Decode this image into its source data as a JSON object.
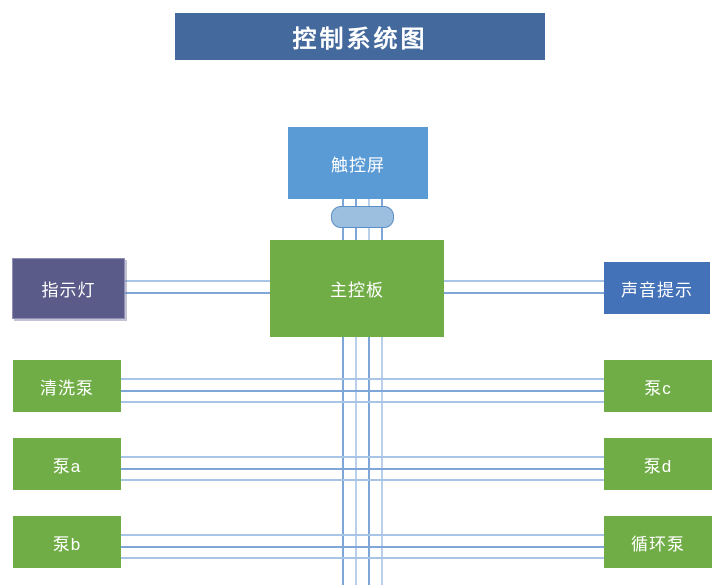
{
  "diagram": {
    "title": "控制系统图",
    "nodes": {
      "touchscreen": "触控屏",
      "mainboard": "主控板",
      "indicator": "指示灯",
      "sound": "声音提示",
      "pump_left_1": "清洗泵",
      "pump_left_2": "泵a",
      "pump_left_3": "泵b",
      "pump_right_1": "泵c",
      "pump_right_2": "泵d",
      "pump_right_3": "循环泵"
    },
    "colors": {
      "title_banner": "#44699d",
      "touchscreen": "#5b9bd5",
      "mainboard": "#70ad47",
      "indicator": "#5b5b8a",
      "sound": "#4472b8",
      "pump": "#70ad47",
      "wire": "#7ea6d8",
      "wire_pale": "#a8c4e6",
      "connector": "#9cbfe0",
      "background": "#ffffff"
    }
  }
}
